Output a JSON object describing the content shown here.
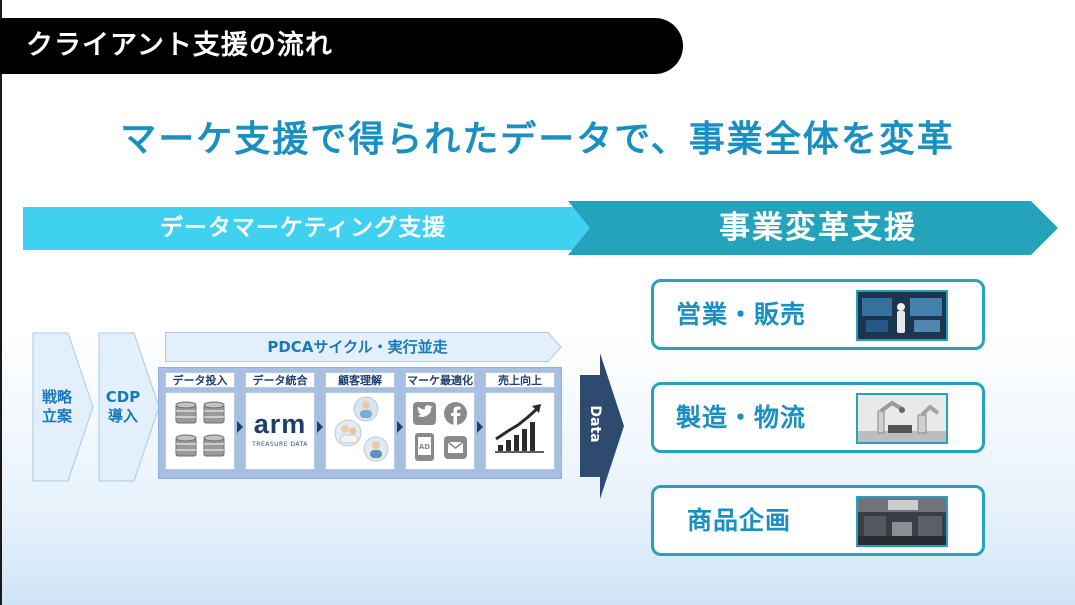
{
  "header": {
    "title": "クライアント支援の流れ"
  },
  "headline": "マーケ支援で得られたデータで、事業全体を変革",
  "phases": {
    "left": "データマーケティング支援",
    "right": "事業変革支援"
  },
  "flow": {
    "stages": [
      {
        "label": "戦略\n立案"
      },
      {
        "label": "CDP\n導入"
      }
    ],
    "pdca_title": "PDCAサイクル・実行並走",
    "steps": [
      {
        "label": "データ投入",
        "icon": "database-icon"
      },
      {
        "label": "データ統合",
        "icon": "arm-treasure-data-logo",
        "logo_text": "arm",
        "logo_sub": "TREASURE DATA"
      },
      {
        "label": "顧客理解",
        "icon": "customer-photos-icon"
      },
      {
        "label": "マーケ最適化",
        "icon": "channels-icon"
      },
      {
        "label": "売上向上",
        "icon": "growth-chart-icon"
      }
    ],
    "data_arrow_label": "Data"
  },
  "transformations": [
    {
      "label": "営業・販売",
      "photo": "sales-photo"
    },
    {
      "label": "製造・物流",
      "photo": "manufacturing-photo"
    },
    {
      "label": "商品企画",
      "photo": "product-planning-photo"
    }
  ],
  "colors": {
    "headline": "#1a8fc2",
    "chevron_left": "#3fd1ef",
    "chevron_right": "#24a3bb",
    "flow_fill": "#e3f0fb",
    "flow_text": "#1979b8",
    "data_arrow": "#2e4a6e"
  }
}
